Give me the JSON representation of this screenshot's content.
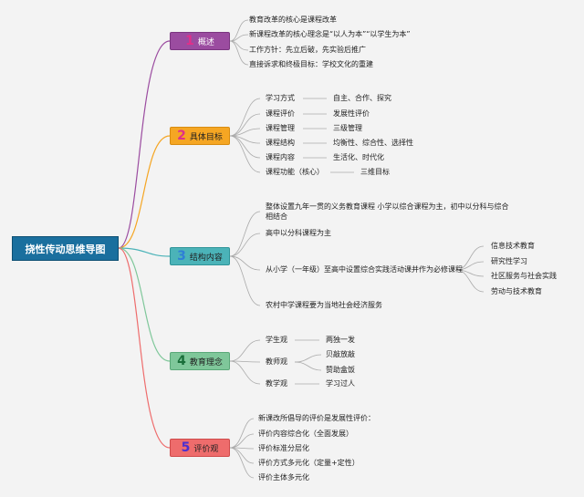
{
  "root": {
    "label": "挠性传动思维导图"
  },
  "branches": [
    {
      "num": "1",
      "label": "概述",
      "color": "#9b4ca0",
      "num_color": "#e0308a",
      "items": [
        "教育改革的核心是课程改革",
        "新课程改革的核心理念是“以人为本”“以学生为本”",
        "工作方针：先立后破，先实验后推广",
        "直接诉求和终极目标：学校文化的重建"
      ]
    },
    {
      "num": "2",
      "label": "具体目标",
      "color": "#f5a623",
      "num_color": "#e0308a",
      "items": [
        {
          "label": "学习方式",
          "value": "自主、合作、探究"
        },
        {
          "label": "课程评价",
          "value": "发展性评价"
        },
        {
          "label": "课程管理",
          "value": "三级管理"
        },
        {
          "label": "课程结构",
          "value": "均衡性、综合性、选择性"
        },
        {
          "label": "课程内容",
          "value": "生活化、时代化"
        },
        {
          "label": "课程功能（核心）",
          "value": "三维目标"
        }
      ]
    },
    {
      "num": "3",
      "label": "结构内容",
      "color": "#4bb3b8",
      "num_color": "#2f7fd6",
      "items": [
        "整体设置九年一贯的义务教育课程 小学以综合课程为主，初中以分科与综合相结合",
        "高中以分科课程为主",
        "从小学（一年级）至高中设置综合实践活动课并作为必修课程",
        "农村中学课程要为当地社会经济服务"
      ],
      "sub_items": [
        "信息技术教育",
        "研究性学习",
        "社区服务与社会实践",
        "劳动与技术教育"
      ]
    },
    {
      "num": "4",
      "label": "教育理念",
      "color": "#7fc79a",
      "num_color": "#1a6f3a",
      "items": [
        {
          "label": "学生观",
          "value": "两独一发"
        },
        {
          "label": "教师观",
          "values": [
            "贝敲放敲",
            "赞助盒饭"
          ]
        },
        {
          "label": "教学观",
          "value": "学习过人"
        }
      ]
    },
    {
      "num": "5",
      "label": "评价观",
      "color": "#ee6c6c",
      "num_color": "#4b2fd0",
      "items": [
        "新课改所倡导的评价是发展性评价：",
        "评价内容综合化（全面发展）",
        "评价标准分层化",
        "评价方式多元化（定量+定性）",
        "评价主体多元化"
      ]
    }
  ]
}
